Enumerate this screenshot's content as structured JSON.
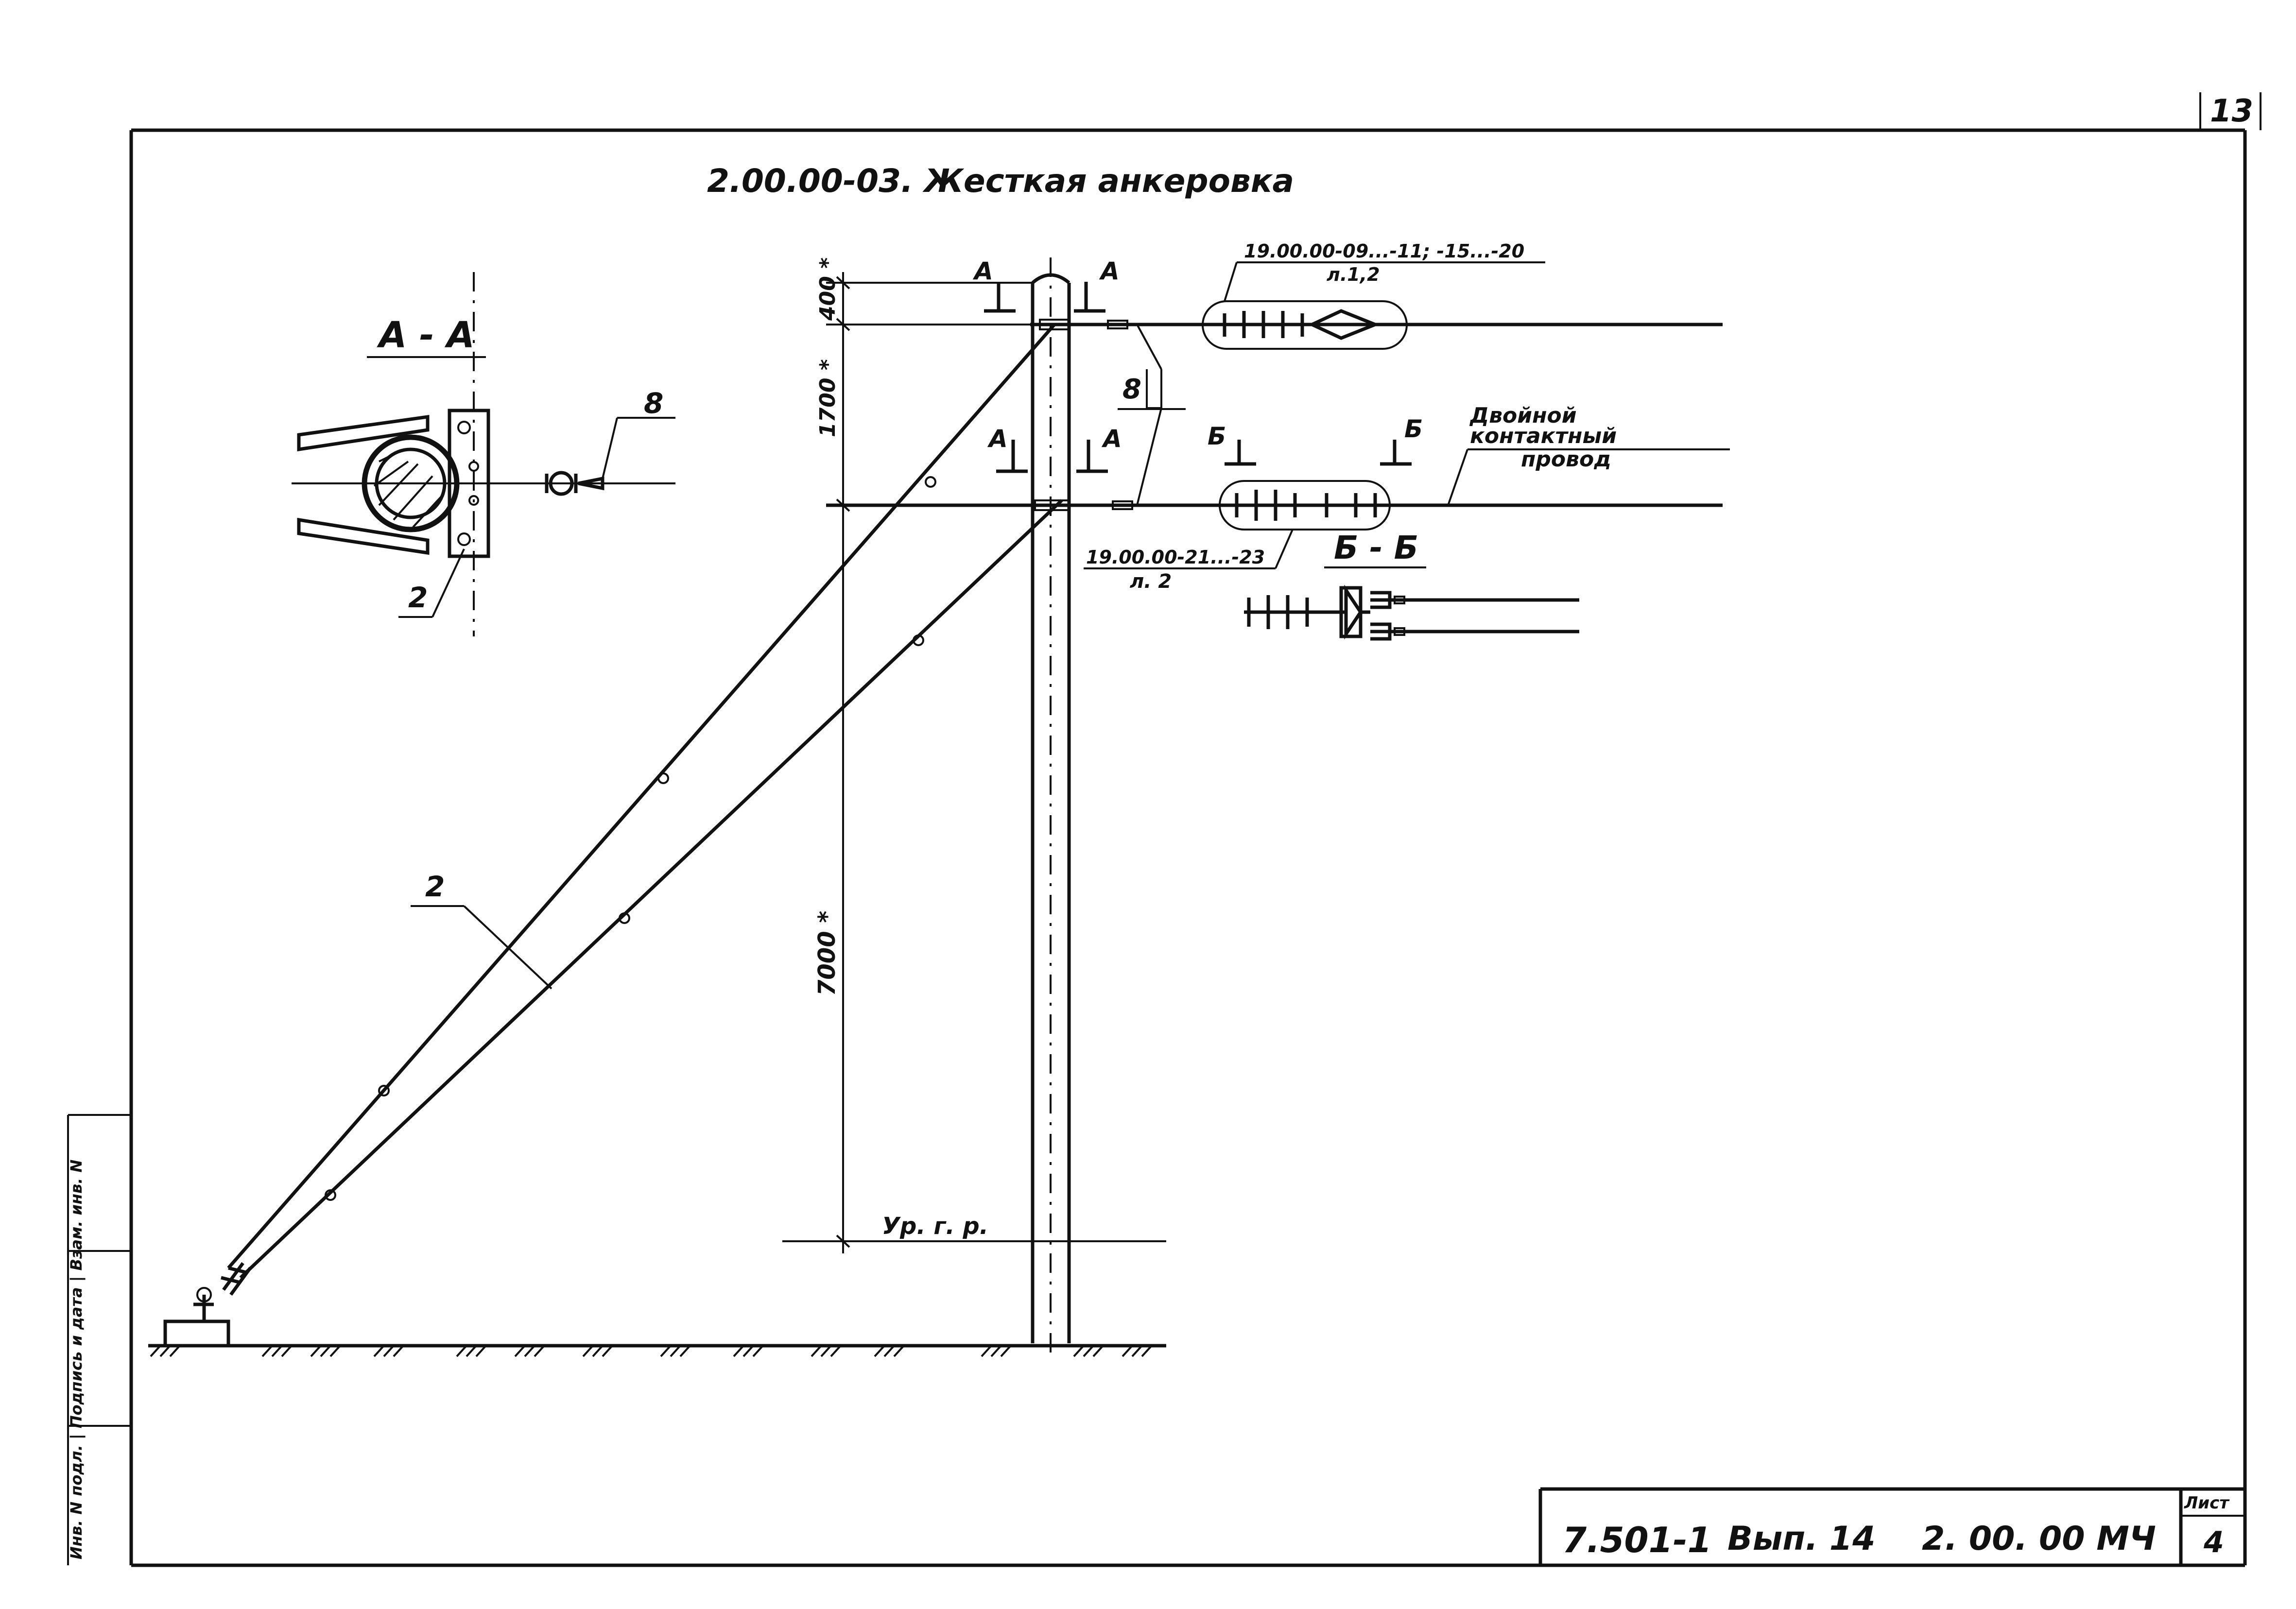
{
  "sheet": {
    "page_number": "13",
    "title": "2.00.00-03. Жесткая анкеровка"
  },
  "section_aa": {
    "label": "А - А",
    "callout_8": "8",
    "callout_2": "2"
  },
  "main_view": {
    "section_mark_a": "А",
    "section_mark_b": "Б",
    "dim_top": "400 *",
    "dim_middle": "1700 *",
    "dim_lower": "7000 *",
    "ground_level": "Ур. г. р.",
    "callout_8": "8",
    "callout_2": "2",
    "ref_upper_line1": "19.00.00-09...-11; -15...-20",
    "ref_upper_line2": "л.1,2",
    "ref_lower_line1": "19.00.00-21...-23",
    "ref_lower_line2": "л. 2",
    "wire_note_line1": "Двойной",
    "wire_note_line2": "контактный",
    "wire_note_line3": "провод"
  },
  "section_bb": {
    "label": "Б - Б"
  },
  "side_stamp": {
    "label": "Инв. N подл. | Подпись и дата | Взам. инв. N"
  },
  "title_block": {
    "doc_code": "7.501-1",
    "issue": "Вып. 14",
    "drawing_code": "2. 00. 00 МЧ",
    "sheet_label": "Лист",
    "sheet_number": "4"
  }
}
